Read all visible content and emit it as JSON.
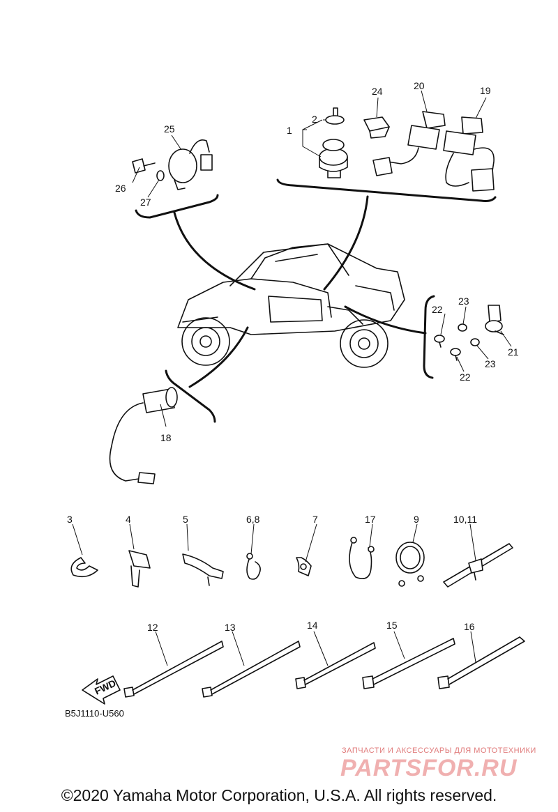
{
  "callouts": [
    {
      "id": "c1",
      "text": "1"
    },
    {
      "id": "c2",
      "text": "2"
    },
    {
      "id": "c3",
      "text": "3"
    },
    {
      "id": "c4",
      "text": "4"
    },
    {
      "id": "c5",
      "text": "5"
    },
    {
      "id": "c68",
      "text": "6,8"
    },
    {
      "id": "c7",
      "text": "7"
    },
    {
      "id": "c9",
      "text": "9"
    },
    {
      "id": "c1011",
      "text": "10,11"
    },
    {
      "id": "c12",
      "text": "12"
    },
    {
      "id": "c13",
      "text": "13"
    },
    {
      "id": "c14",
      "text": "14"
    },
    {
      "id": "c15",
      "text": "15"
    },
    {
      "id": "c16",
      "text": "16"
    },
    {
      "id": "c17",
      "text": "17"
    },
    {
      "id": "c18",
      "text": "18"
    },
    {
      "id": "c19",
      "text": "19"
    },
    {
      "id": "c20",
      "text": "20"
    },
    {
      "id": "c21",
      "text": "21"
    },
    {
      "id": "c22a",
      "text": "22"
    },
    {
      "id": "c22b",
      "text": "22"
    },
    {
      "id": "c23a",
      "text": "23"
    },
    {
      "id": "c23b",
      "text": "23"
    },
    {
      "id": "c24",
      "text": "24"
    },
    {
      "id": "c25",
      "text": "25"
    },
    {
      "id": "c26",
      "text": "26"
    },
    {
      "id": "c27",
      "text": "27"
    }
  ],
  "arrow_label": "FWD",
  "diagram_code": "B5J1110-U560",
  "copyright": "©2020 Yamaha Motor Corporation, U.S.A. All rights reserved.",
  "watermark": {
    "tagline": "ЗАПЧАСТИ И АКСЕССУАРЫ ДЛЯ МОТОТЕХНИКИ",
    "brand": "PARTSFOR.RU"
  }
}
